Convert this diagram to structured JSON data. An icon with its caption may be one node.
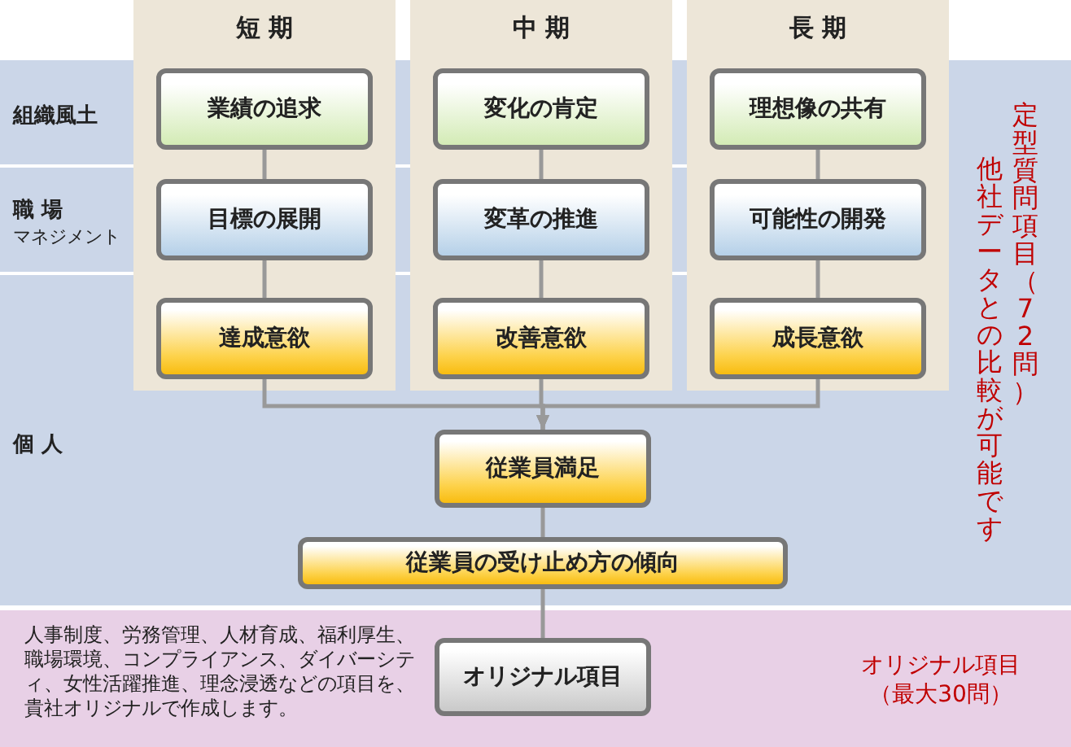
{
  "diagram": {
    "nodes": [
      {
        "text": [
          "短 期"
        ]
      },
      {
        "text": [
          "中 期"
        ]
      },
      {
        "text": [
          "長 期"
        ]
      },
      {
        "text": [
          "業績の追求"
        ],
        "in": 0
      },
      {
        "text": [
          "目標の展開"
        ],
        "in": 0
      },
      {
        "text": [
          "達成意欲"
        ],
        "in": 0
      },
      {
        "text": [
          "変化の肯定"
        ],
        "in": 1
      },
      {
        "text": [
          "変革の推進"
        ],
        "in": 1
      },
      {
        "text": [
          "改善意欲"
        ],
        "in": 1
      },
      {
        "text": [
          "理想像の共有"
        ],
        "in": 2
      },
      {
        "text": [
          "可能性の開発"
        ],
        "in": 2
      },
      {
        "text": [
          "成長意欲"
        ],
        "in": 2
      },
      {
        "text": [
          "従業員満足"
        ]
      },
      {
        "text": [
          "従業員の受け止め方の傾向"
        ]
      },
      {
        "text": [
          "オリジナル項目"
        ]
      }
    ],
    "edges": [
      {
        "from": 3,
        "to": 4,
        "arrow": "none"
      },
      {
        "from": 4,
        "to": 5,
        "arrow": "none"
      },
      {
        "from": 6,
        "to": 7,
        "arrow": "none"
      },
      {
        "from": 7,
        "to": 8,
        "arrow": "none"
      },
      {
        "from": 9,
        "to": 10,
        "arrow": "none"
      },
      {
        "from": 10,
        "to": 11,
        "arrow": "none"
      },
      {
        "from": 5,
        "to": 12,
        "arrow": "to"
      },
      {
        "from": 8,
        "to": 12,
        "arrow": "to"
      },
      {
        "from": 11,
        "to": 12,
        "arrow": "to"
      },
      {
        "from": 12,
        "to": 13,
        "arrow": "none"
      },
      {
        "from": 13,
        "to": 14,
        "arrow": "none"
      }
    ],
    "labels": [
      "組織風土",
      "職 場",
      "マネジメント",
      "個 人",
      "定型質問項目（72問）",
      "他社データとの比較が可能です",
      "人事制度、労務管理、人材育成、福利厚生、職場環境、コンプライアンス、ダイバーシティ、女性活躍推進、理念浸透などの項目を、貴社オリジナルで作成します。",
      "オリジナル項目（最大30問）"
    ]
  }
}
